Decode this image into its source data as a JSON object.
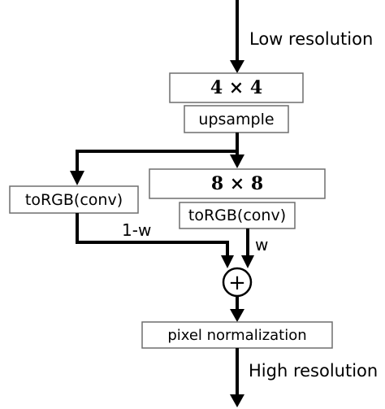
{
  "labels": {
    "input": "Low resolution",
    "output": "High resolution",
    "low_res_block": "4 × 4",
    "upsample": "upsample",
    "high_res_block": "8 × 8",
    "torgb_left": "toRGB(conv)",
    "torgb_right": "toRGB(conv)",
    "weight_left": "1-w",
    "weight_right": "w",
    "adder": "+",
    "pixel_norm": "pixel normalization"
  }
}
